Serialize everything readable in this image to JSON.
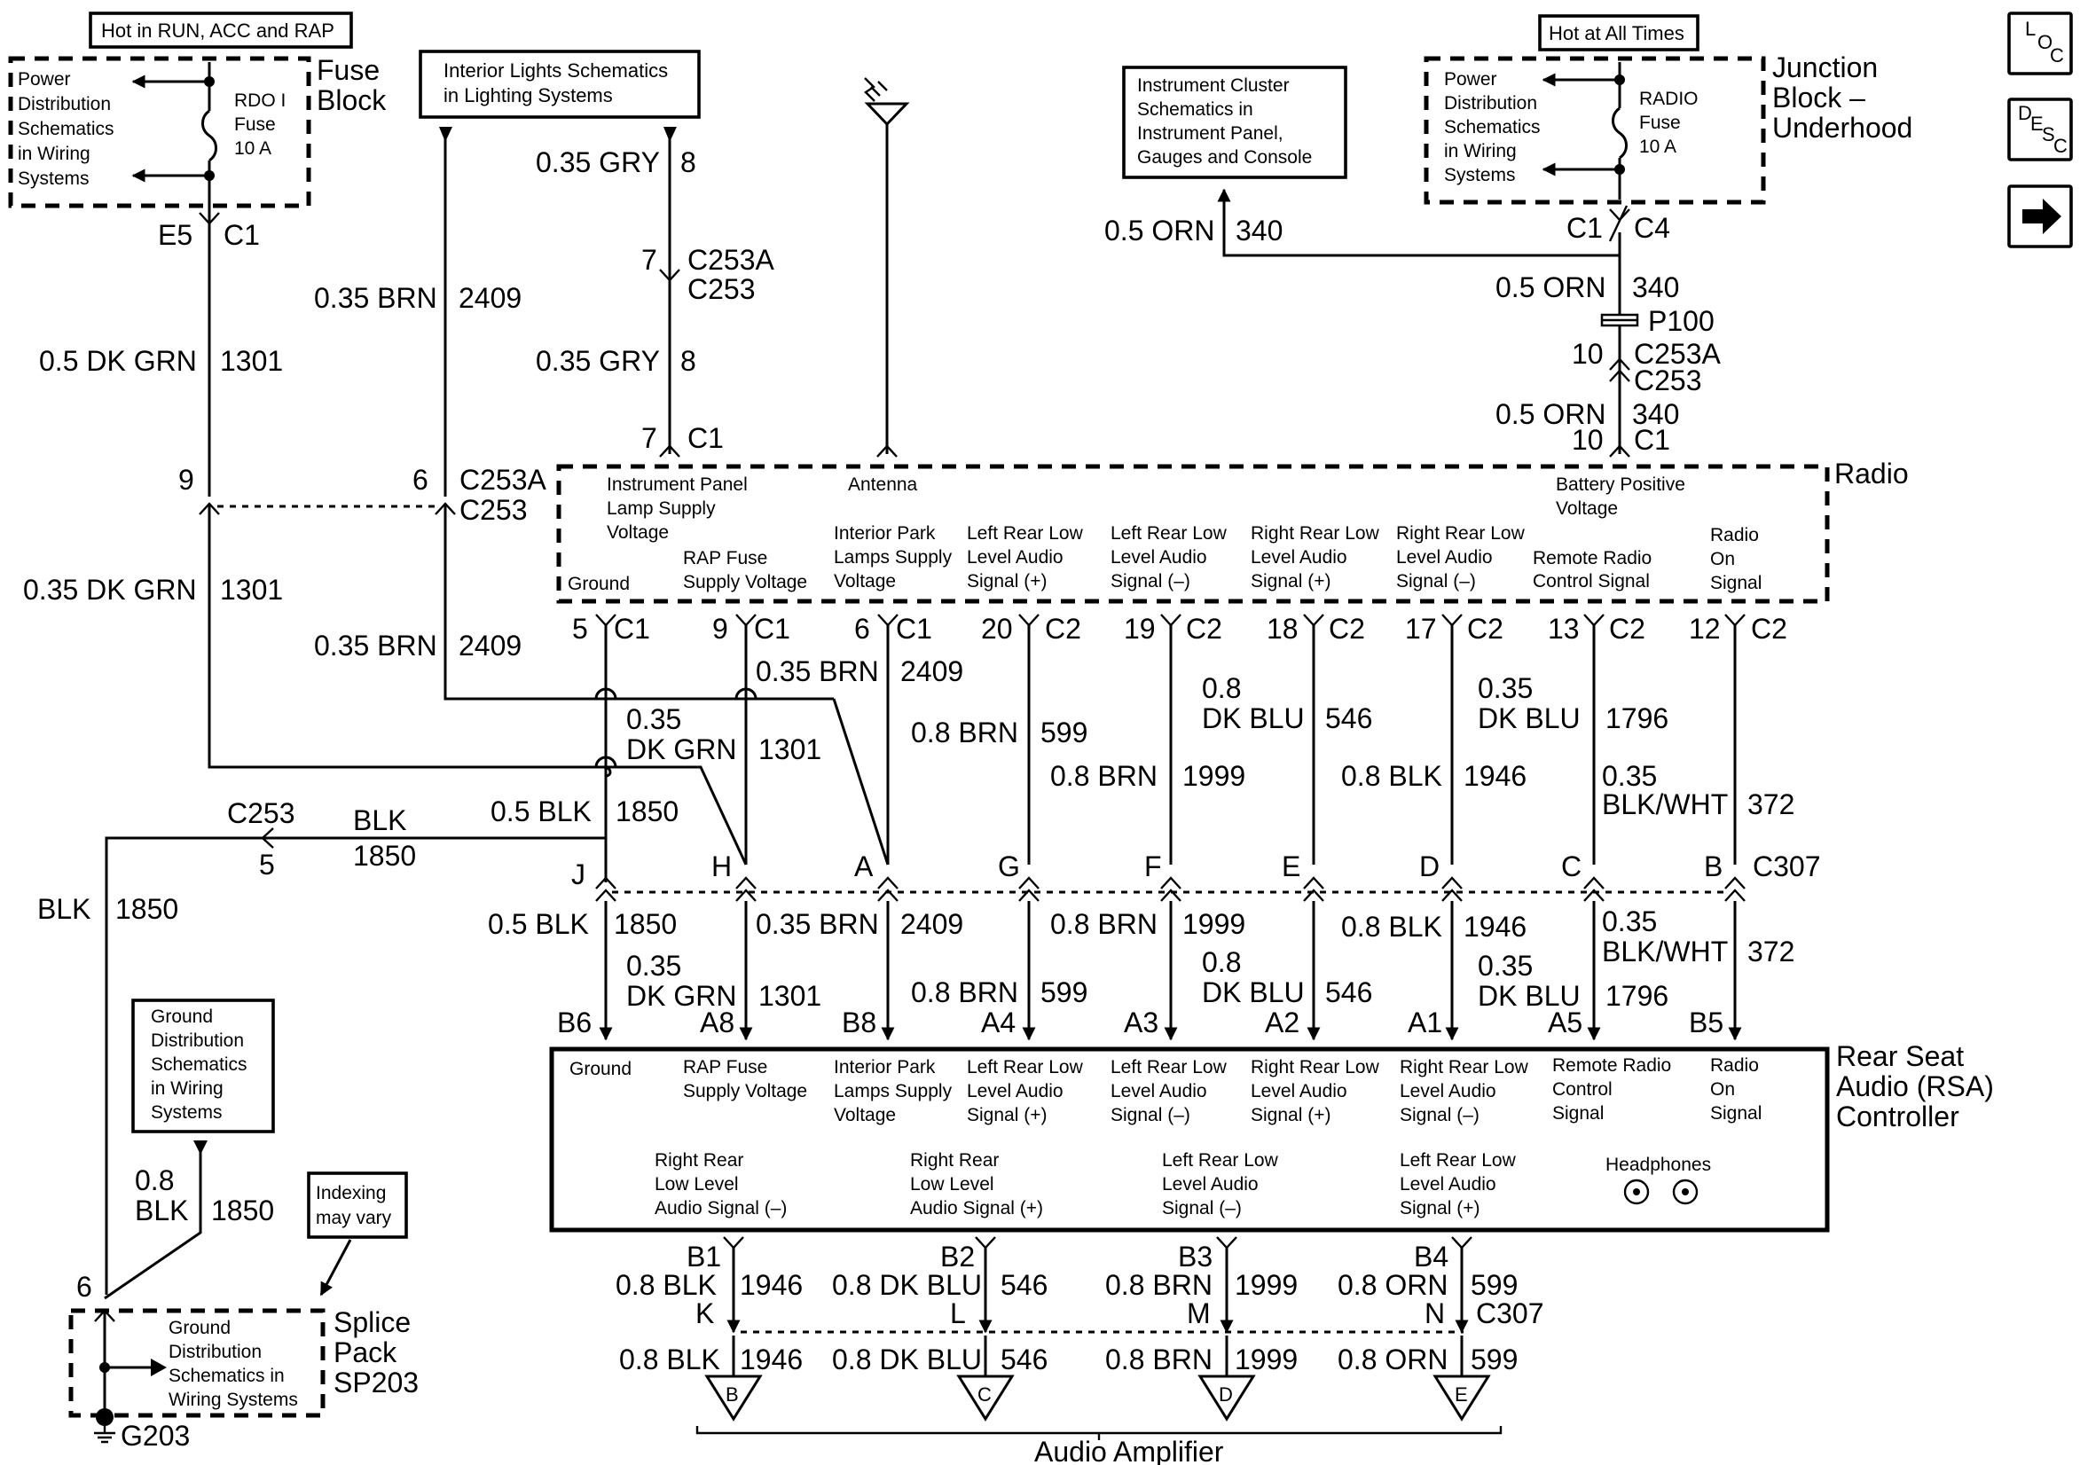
{
  "nav": {
    "loc_l": "L",
    "loc_o": "O",
    "loc_c": "C",
    "desc_d": "D",
    "desc_e": "E",
    "desc_s": "S",
    "desc_c": "C",
    "next_icon": "arrow-right-icon"
  },
  "boxes": {
    "hot_run": "Hot in RUN, ACC and RAP",
    "hot_all": "Hot at All Times",
    "pd_left": [
      "Power",
      "Distribution",
      "Schematics",
      "in Wiring",
      "Systems"
    ],
    "rdo_fuse": [
      "RDO I",
      "Fuse",
      "10 A"
    ],
    "fuse_block": [
      "Fuse",
      "Block"
    ],
    "interior_lights": [
      "Interior Lights Schematics",
      "in Lighting Systems"
    ],
    "instrument_cluster": [
      "Instrument Cluster",
      "Schematics in",
      "Instrument Panel,",
      "Gauges and Console"
    ],
    "pd_right": [
      "Power",
      "Distribution",
      "Schematics",
      "in Wiring",
      "Systems"
    ],
    "radio_fuse": [
      "RADIO",
      "Fuse",
      "10 A"
    ],
    "junction_block": [
      "Junction",
      "Block –",
      "Underhood"
    ],
    "radio": "Radio",
    "rsa": [
      "Rear Seat",
      "Audio (RSA)",
      "Controller"
    ],
    "ground_dist": [
      "Ground",
      "Distribution",
      "Schematics",
      "in Wiring",
      "Systems"
    ],
    "indexing": [
      "Indexing",
      "may vary"
    ],
    "splice_pack": [
      "Splice",
      "Pack",
      "SP203"
    ],
    "ground_dist2": [
      "Ground",
      "Distribution",
      "Schematics in",
      "Wiring Systems"
    ],
    "g203": "G203",
    "audio_amp": "Audio Amplifier"
  },
  "radio_pins": [
    "Ground",
    "RAP Fuse Supply Voltage",
    "Instrument Panel Lamp Supply Voltage",
    "Antenna",
    "Interior Park Lamps Supply Voltage",
    "Left Rear Low Level Audio Signal (+)",
    "Left Rear Low Level Audio Signal (–)",
    "Right Rear Low Level Audio Signal (+)",
    "Right Rear Low Level Audio Signal (–)",
    "Battery Positive Voltage",
    "Remote Radio Control Signal",
    "Radio On Signal"
  ],
  "rsa_pins": [
    "Ground",
    "RAP Fuse Supply Voltage",
    "Interior Park Lamps Supply Voltage",
    "Left Rear Low Level Audio Signal (+)",
    "Left Rear Low Level Audio Signal (–)",
    "Right Rear Low Level Audio Signal (+)",
    "Right Rear Low Level Audio Signal (–)",
    "Remote Radio Control Signal",
    "Radio On Signal",
    "Right Rear Low Level Audio Signal (–)",
    "Right Rear Low Level Audio Signal (+)",
    "Left Rear Low Level Audio Signal (–)",
    "Left Rear Low Level Audio Signal (+)",
    "Headphones"
  ],
  "connectors": {
    "c1": "C1",
    "c2": "C2",
    "c4": "C4",
    "c253": "C253",
    "c253a": "C253A",
    "c307": "C307",
    "p100": "P100",
    "e5": "E5"
  },
  "wires": {
    "dkgrn_05": "0.5 DK GRN",
    "dkgrn_035": "0.35 DK GRN",
    "circ_1301": "1301",
    "brn_035": "0.35 BRN",
    "circ_2409": "2409",
    "gry_035": "0.35 GRY",
    "orn_05": "0.5 ORN",
    "circ_340": "340",
    "blk_05": "0.5 BLK",
    "blk": "BLK",
    "blk_08": "0.8 BLK",
    "circ_1850": "1850",
    "brn_08": "0.8 BRN",
    "circ_599": "599",
    "circ_1999": "1999",
    "dkblu_08": "0.8 DK BLU",
    "circ_546": "546",
    "circ_1946": "1946",
    "dkblu_035": "0.35 DK BLU",
    "circ_1796": "1796",
    "blkwht_035": "0.35 BLK/WHT",
    "circ_372": "372",
    "orn_08": "0.8 ORN"
  },
  "amp_symbols": [
    "B",
    "C",
    "D",
    "E"
  ]
}
